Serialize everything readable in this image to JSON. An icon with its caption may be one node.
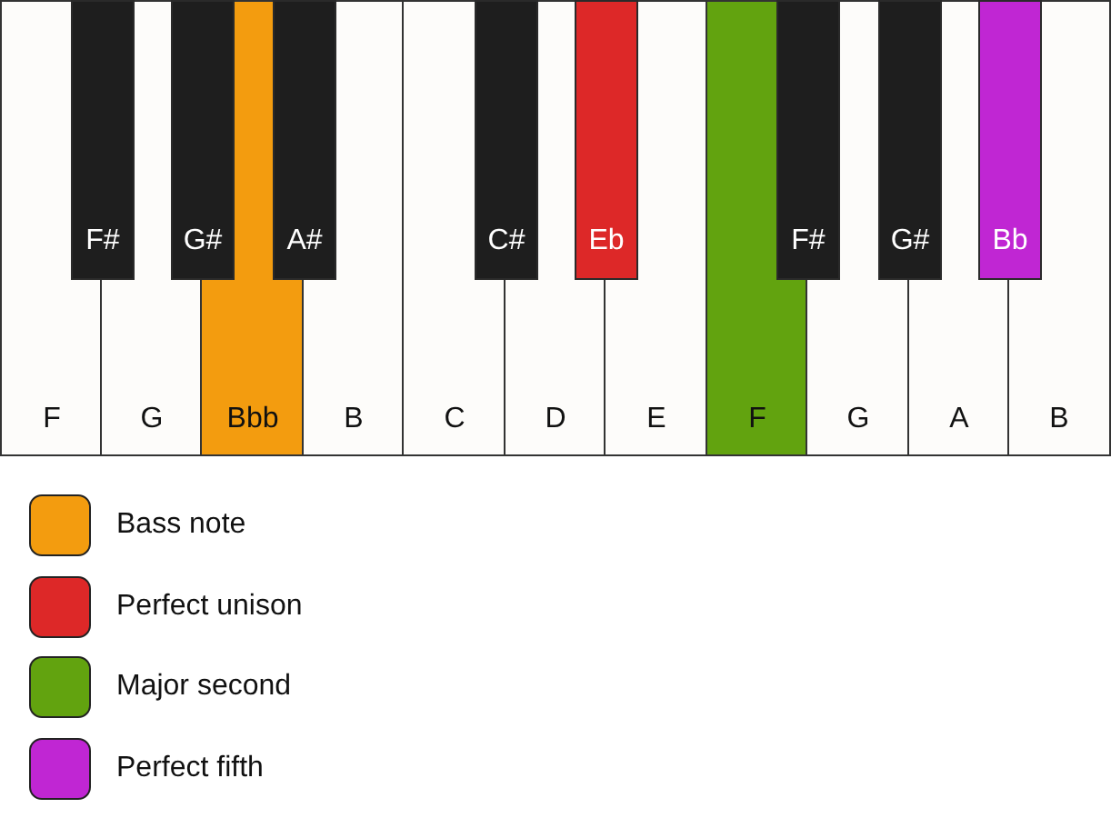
{
  "diagram": {
    "nodes": [
      {
        "text": [
          "F"
        ]
      },
      {
        "text": [
          "F#"
        ]
      },
      {
        "text": [
          "G"
        ]
      },
      {
        "text": [
          "G#"
        ]
      },
      {
        "text": [
          "Bbb"
        ]
      },
      {
        "text": [
          "A#"
        ]
      },
      {
        "text": [
          "B"
        ]
      },
      {
        "text": [
          "C"
        ]
      },
      {
        "text": [
          "C#"
        ]
      },
      {
        "text": [
          "D"
        ]
      },
      {
        "text": [
          "Eb"
        ]
      },
      {
        "text": [
          "E"
        ]
      },
      {
        "text": [
          "F"
        ]
      },
      {
        "text": [
          "F#"
        ]
      },
      {
        "text": [
          "G"
        ]
      },
      {
        "text": [
          "G#"
        ]
      },
      {
        "text": [
          "A"
        ]
      },
      {
        "text": [
          "Bb"
        ]
      },
      {
        "text": [
          "B"
        ]
      }
    ],
    "edges": [],
    "legend": [
      {
        "text": "Bass note",
        "color": "#f39c0f"
      },
      {
        "text": "Perfect unison",
        "color": "#dd2828"
      },
      {
        "text": "Major second",
        "color": "#62a30f"
      },
      {
        "text": "Perfect fifth",
        "color": "#c026d3"
      }
    ]
  }
}
